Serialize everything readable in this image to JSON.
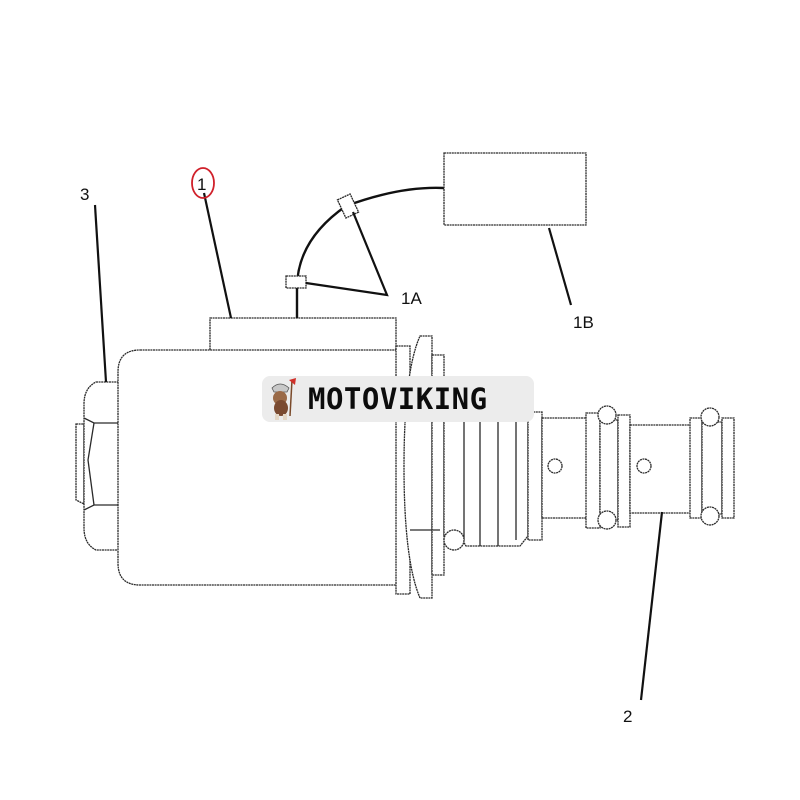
{
  "diagram": {
    "type": "exploded parts diagram",
    "subject": "solenoid valve assembly",
    "labels": {
      "part_1": "1",
      "part_1A": "1A",
      "part_1B": "1B",
      "part_2": "2",
      "part_3": "3"
    },
    "highlight": {
      "label": "1",
      "color": "#d0202a"
    }
  },
  "watermark": {
    "brand": "MOTOVIKING",
    "logo_icon": "viking-mascot-icon",
    "background": "#ececec"
  }
}
